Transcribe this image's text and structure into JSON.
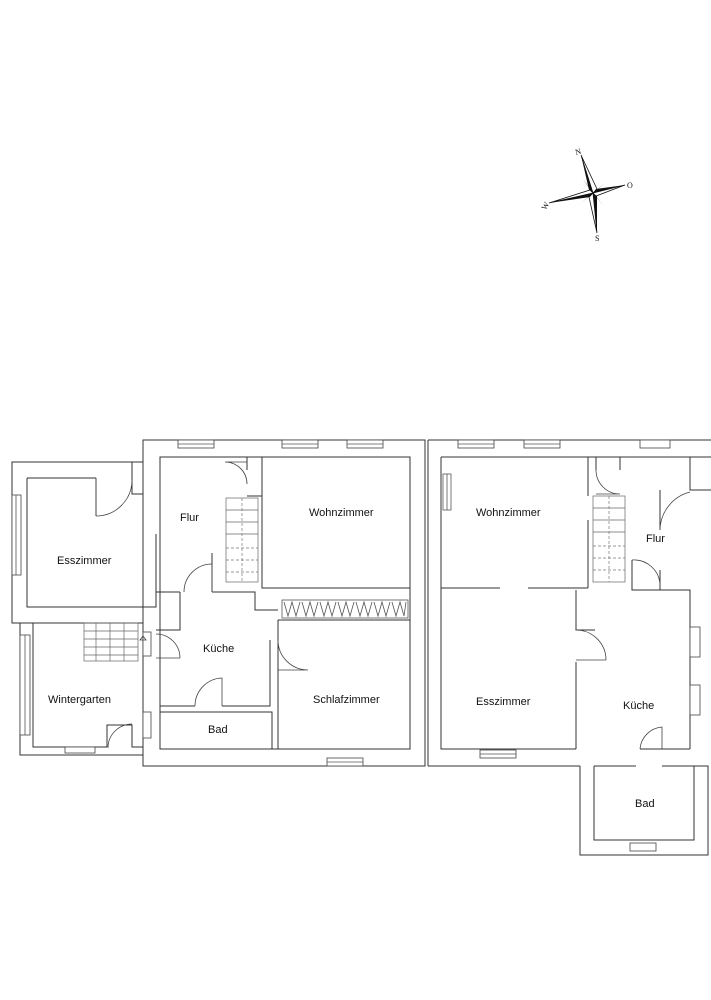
{
  "compass": {
    "north": "N",
    "east": "O",
    "south": "S",
    "west": "W"
  },
  "rooms": {
    "left": {
      "esszimmer": "Esszimmer",
      "flur": "Flur",
      "wohnzimmer": "Wohnzimmer",
      "kueche": "Küche",
      "wintergarten": "Wintergarten",
      "bad": "Bad",
      "schlafzimmer": "Schlafzimmer"
    },
    "right": {
      "wohnzimmer": "Wohnzimmer",
      "flur": "Flur",
      "esszimmer": "Esszimmer",
      "kueche": "Küche",
      "bad": "Bad"
    }
  }
}
